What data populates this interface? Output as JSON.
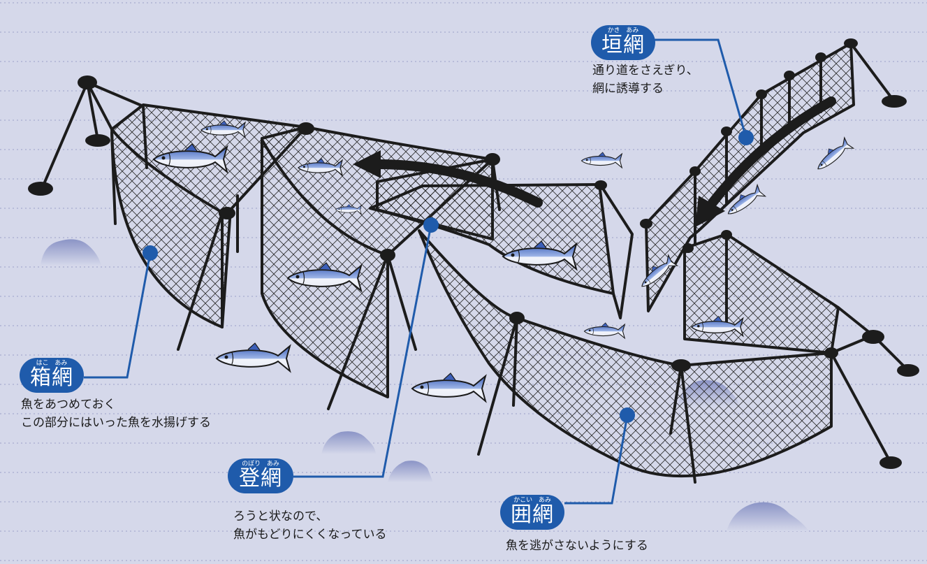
{
  "labels": {
    "kakiami": {
      "kanji": "垣網",
      "ruby": "かき あみ",
      "desc": [
        "通り道をさえぎり、",
        "網に誘導する"
      ]
    },
    "hakoami": {
      "kanji": "箱網",
      "ruby": "はこ あみ",
      "desc": [
        "魚をあつめておく",
        "この部分にはいった魚を水揚げする"
      ]
    },
    "noboriami": {
      "kanji": "登網",
      "ruby": "のぼり あみ",
      "desc": [
        "ろうと状なので、",
        "魚がもどりにくくなっている"
      ]
    },
    "kakoiami": {
      "kanji": "囲網",
      "ruby": "かこい あみ",
      "desc": [
        "魚を逃がさないようにする"
      ]
    }
  },
  "colors": {
    "background": "#d5d8ea",
    "badge": "#1f5bab",
    "leader": "#1f5bab",
    "net": "#1c1c1c",
    "rock": "#8c95c4"
  }
}
